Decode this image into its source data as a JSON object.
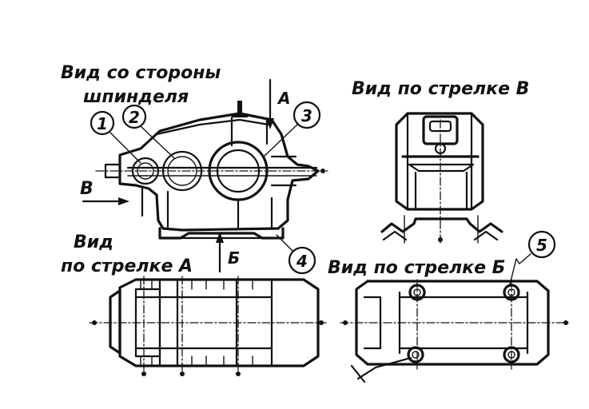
{
  "labels": {
    "view_spindle_line1": "Вид со стороны",
    "view_spindle_line2": "шпинделя",
    "view_arrow_v": "Вид по стрелке В",
    "view_arrow_a_line1": "Вид",
    "view_arrow_a_line2": "по стрелке А",
    "view_arrow_b": "Вид по стрелке Б"
  },
  "arrows": {
    "a": "А",
    "b": "Б",
    "v": "В"
  },
  "callouts": [
    "1",
    "2",
    "3",
    "4",
    "5"
  ],
  "colors": {
    "ink": "#111111",
    "paper": "#ffffff"
  }
}
